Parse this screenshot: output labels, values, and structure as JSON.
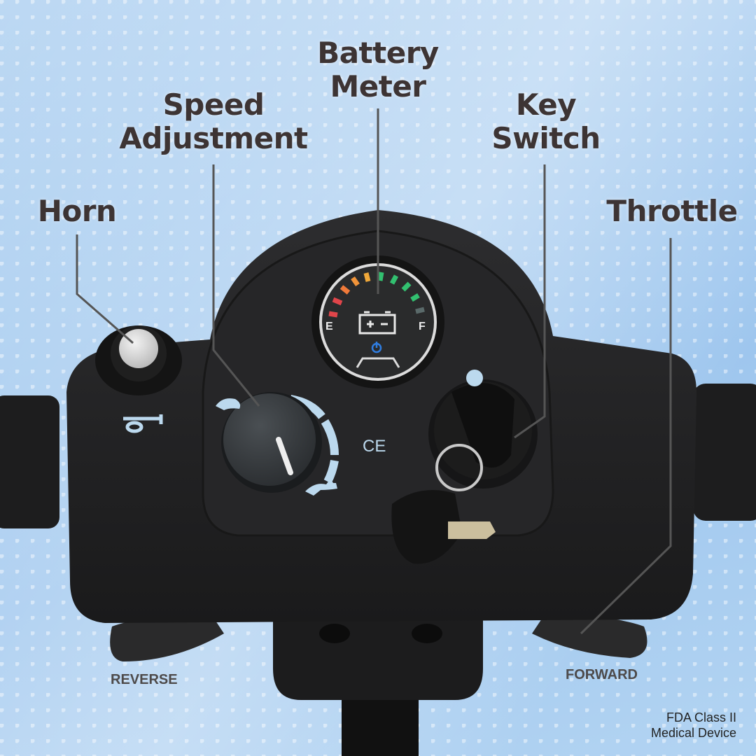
{
  "callouts": {
    "battery_meter": "Battery Meter",
    "battery_meter_l1": "Battery",
    "battery_meter_l2": "Meter",
    "speed_l1": "Speed",
    "speed_l2": "Adjustment",
    "key_l1": "Key",
    "key_l2": "Switch",
    "horn": "Horn",
    "throttle": "Throttle"
  },
  "levers": {
    "reverse": "REVERSE",
    "forward": "FORWARD"
  },
  "gauge": {
    "empty_label": "E",
    "full_label": "F",
    "battery_icon": "battery-icon",
    "power_icon": "power-icon",
    "segment_colors": [
      "#e0454a",
      "#e0454a",
      "#f07a3a",
      "#f0943a",
      "#f0a83a",
      "#32c070",
      "#32c070",
      "#32c070",
      "#32c070",
      "#32c070"
    ]
  },
  "console": {
    "ce_mark": "CE",
    "horn_icon": "horn-icon",
    "turtle_icon": "turtle-icon",
    "rabbit_icon": "rabbit-icon"
  },
  "footer": {
    "fda_line1": "FDA Class II",
    "fda_line2": "Medical Device"
  },
  "colors": {
    "background": "#a9cdf0",
    "text": "#3d3434",
    "console": "#232324",
    "icon": "#bcd9ee"
  }
}
